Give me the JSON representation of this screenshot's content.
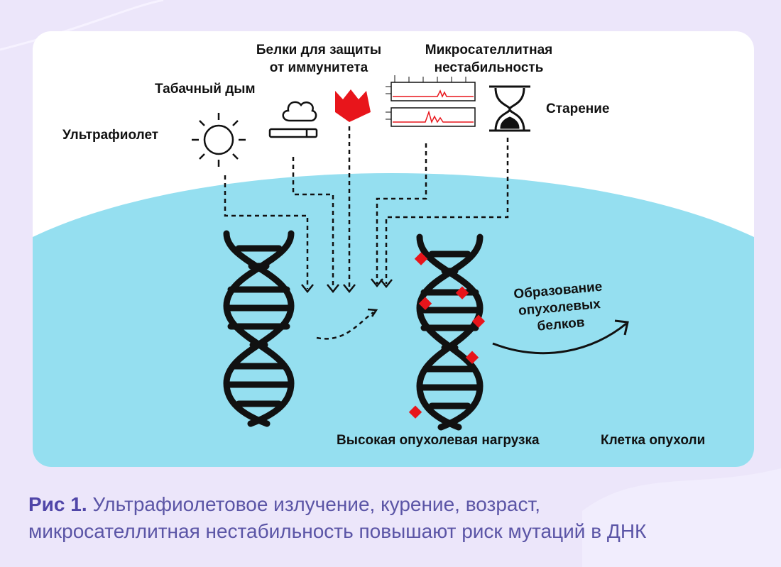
{
  "labels": {
    "uv": "Ультрафиолет",
    "tobacco": "Табачный дым",
    "proteins_line1": "Белки для защиты",
    "proteins_line2": "от иммунитета",
    "msi_line1": "Микросателлитная",
    "msi_line2": "нестабильность",
    "aging": "Старение",
    "formation_line1": "Образование",
    "formation_line2": "опухолевых",
    "formation_line3": "белков",
    "high_load": "Высокая опухолевая нагрузка",
    "tumor_cell": "Клетка опухоли"
  },
  "caption": {
    "figure": "Рис 1.",
    "line1": "Ультрафиолетовое излучение, курение, возраст,",
    "line2": "микросателлитная нестабильность повышают риск мутаций в ДНК"
  },
  "colors": {
    "background": "#ece6fa",
    "card": "#ffffff",
    "cell": "#95dff0",
    "mutation": "#e8151b",
    "caption": "#5b55a6"
  },
  "icons": [
    "sun-icon",
    "cigarette-icon",
    "crown-icon",
    "chart-icon",
    "hourglass-icon",
    "dna-icon"
  ]
}
